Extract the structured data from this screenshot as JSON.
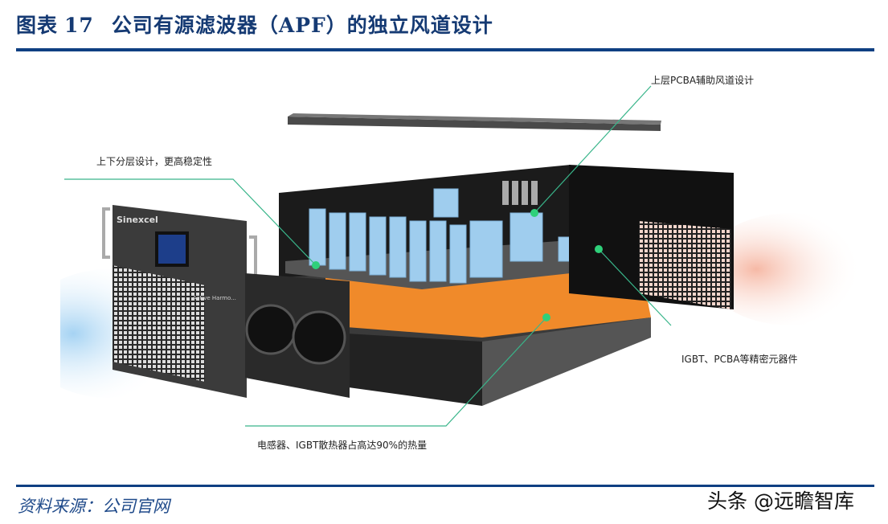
{
  "title": {
    "prefix": "图表",
    "number": "17",
    "text": "公司有源滤波器（APF）的独立风道设计"
  },
  "figure": {
    "callouts": {
      "top_right": "上层PCBA辅助风道设计",
      "left": "上下分层设计，更高稳定性",
      "right": "IGBT、PCBA等精密元器件",
      "bottom": "电感器、IGBT散热器占高达90%的热量"
    },
    "device_brand": "Sinexcel",
    "device_panel_text": "Active Harmo...",
    "colors": {
      "accent": "#0f3f82",
      "callout_line": "#39b58a",
      "pcb": "#8fc4ea",
      "heatsink": "#f08a2a"
    }
  },
  "source": "资料来源：公司官网",
  "watermark": "头条 @远瞻智库"
}
